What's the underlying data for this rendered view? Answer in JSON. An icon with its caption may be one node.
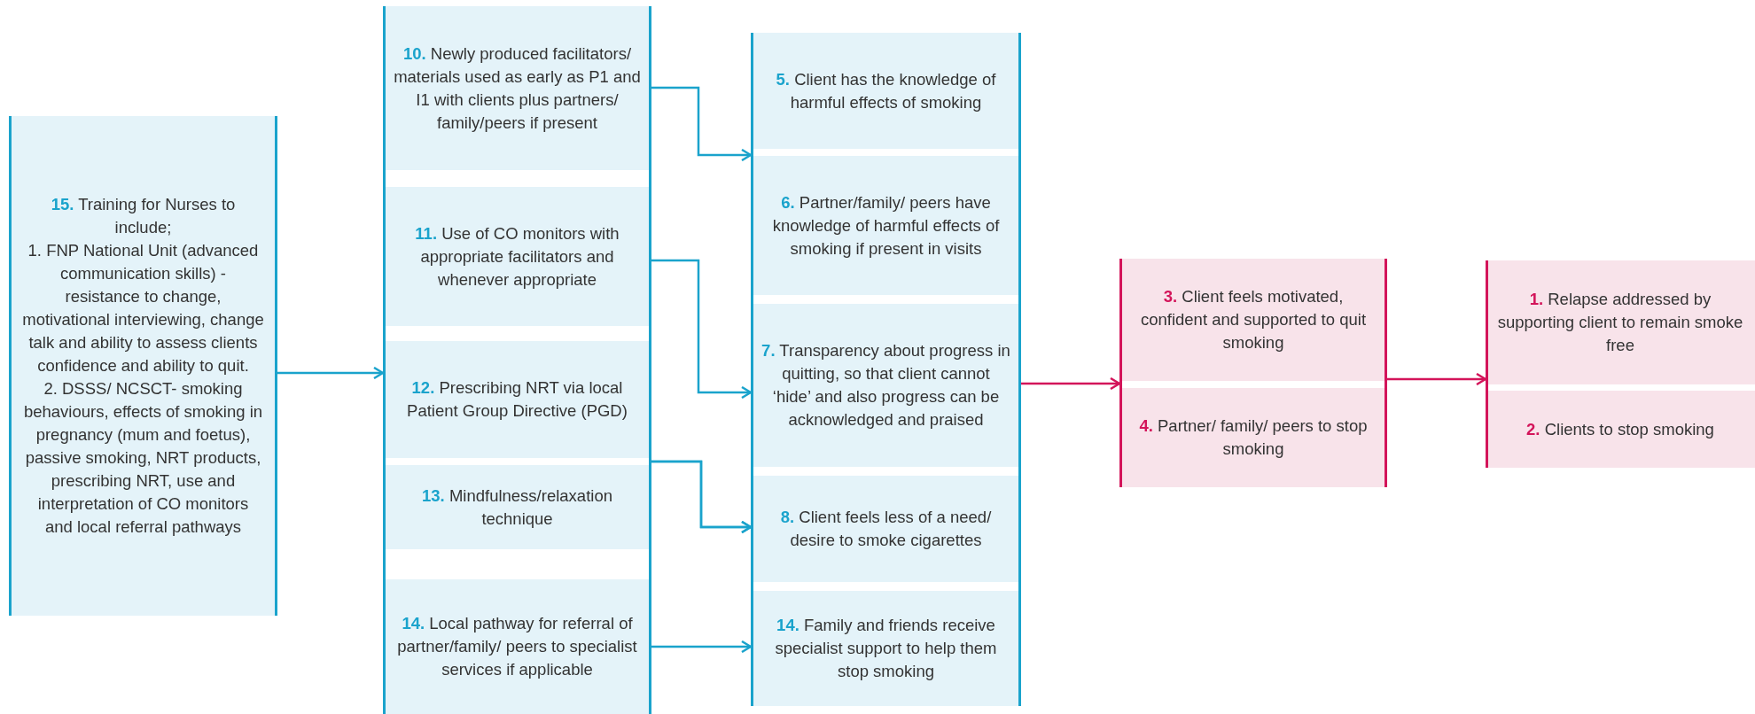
{
  "diagram": {
    "nodes": [
      {
        "text": [
          "**15.** Training for Nurses to include;",
          "1. FNP National Unit (advanced communication skills) - resistance to change, motivational interviewing, change talk and ability to assess clients confidence and ability to quit.",
          "2. DSSS/ NCSCT- smoking behaviours, effects of smoking in pregnancy (mum and foetus), passive smoking, NRT products, prescribing NRT, use and interpretation of CO monitors and local referral pathways"
        ]
      },
      {
        "text": [],
        "shape": "box"
      },
      {
        "text": [
          "**10.** Newly produced facilitators/ materials used as early as P1 and I1 with clients plus partners/ family/peers if present"
        ],
        "in": 1
      },
      {
        "text": [
          "**11.** Use of CO monitors with appropriate facilitators and whenever appropriate"
        ],
        "in": 1
      },
      {
        "text": [
          "**12.** Prescribing NRT via local Patient Group Directive (PGD)"
        ],
        "in": 1
      },
      {
        "text": [
          "**13.** Mindfulness/relaxation technique"
        ],
        "in": 1
      },
      {
        "text": [
          "**14.** Local pathway for referral of partner/family/ peers to specialist services if applicable"
        ],
        "in": 1
      },
      {
        "text": [],
        "shape": "box"
      },
      {
        "text": [
          "**5.** Client has the knowledge of harmful effects of smoking"
        ],
        "in": 7
      },
      {
        "text": [
          "**6.** Partner/family/ peers have knowledge of harmful effects of smoking if present in visits"
        ],
        "in": 7
      },
      {
        "text": [
          "**7.** Transparency about progress in quitting, so that client cannot ‘hide’ and also progress can be acknowledged and praised"
        ],
        "in": 7
      },
      {
        "text": [
          "**8.** Client feels less of a need/ desire to smoke cigarettes"
        ],
        "in": 7
      },
      {
        "text": [
          "**14.** Family and friends receive specialist support to help them stop smoking"
        ],
        "in": 7
      },
      {
        "text": [],
        "shape": "box"
      },
      {
        "text": [
          "**3.** Client feels motivated, confident and supported to quit smoking"
        ],
        "in": 13
      },
      {
        "text": [
          "**4.** Partner/ family/ peers to stop smoking"
        ],
        "in": 13
      },
      {
        "text": [],
        "shape": "box"
      },
      {
        "text": [
          "**1.** Relapse addressed by supporting client to remain smoke free"
        ],
        "in": 16
      },
      {
        "text": [
          "**2.** Clients to stop smoking"
        ],
        "in": 16
      }
    ],
    "edges": [
      {
        "from": 0,
        "to": 1,
        "arrow": "to"
      },
      {
        "from": 2,
        "to": 7,
        "arrow": "to"
      },
      {
        "from": 3,
        "to": 10,
        "arrow": "to"
      },
      {
        "from": 4,
        "to": 11,
        "arrow": "to"
      },
      {
        "from": 5,
        "to": 11,
        "arrow": "to"
      },
      {
        "from": 6,
        "to": 12,
        "arrow": "to"
      },
      {
        "from": 7,
        "to": 13,
        "arrow": "to",
        "color": "#d3145a"
      },
      {
        "from": 13,
        "to": 16,
        "arrow": "to",
        "color": "#d3145a"
      }
    ]
  }
}
